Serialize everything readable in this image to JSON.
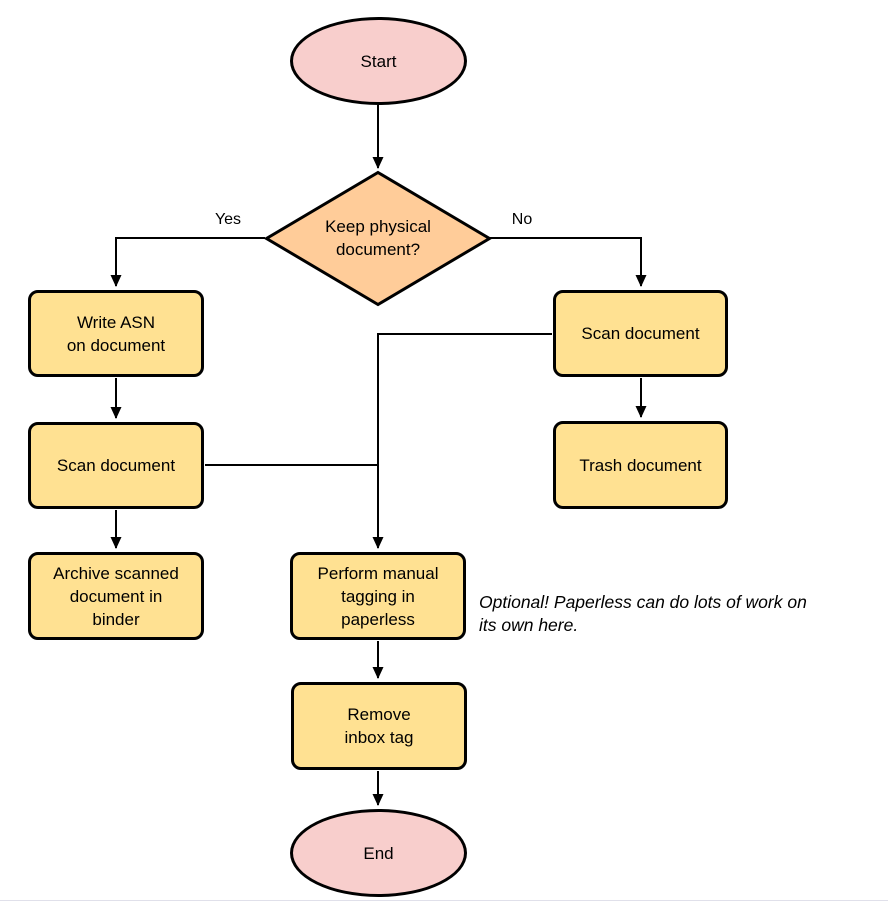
{
  "diagram": {
    "type": "flowchart",
    "nodes": {
      "start": {
        "label": "Start",
        "shape": "terminator"
      },
      "decision": {
        "label": "Keep physical\ndocument?",
        "shape": "decision"
      },
      "write_asn": {
        "label": "Write ASN\non document",
        "shape": "process"
      },
      "scan_left": {
        "label": "Scan document",
        "shape": "process"
      },
      "archive": {
        "label": "Archive scanned\ndocument in\nbinder",
        "shape": "process"
      },
      "scan_right": {
        "label": "Scan document",
        "shape": "process"
      },
      "trash": {
        "label": "Trash document",
        "shape": "process"
      },
      "tagging": {
        "label": "Perform manual\ntagging in\npaperless",
        "shape": "process"
      },
      "remove_inbox": {
        "label": "Remove\ninbox tag",
        "shape": "process"
      },
      "end": {
        "label": "End",
        "shape": "terminator"
      }
    },
    "edges": [
      {
        "from": "start",
        "to": "decision"
      },
      {
        "from": "decision",
        "to": "write_asn",
        "label": "Yes"
      },
      {
        "from": "decision",
        "to": "scan_right",
        "label": "No"
      },
      {
        "from": "write_asn",
        "to": "scan_left"
      },
      {
        "from": "scan_left",
        "to": "archive"
      },
      {
        "from": "scan_left",
        "to": "tagging"
      },
      {
        "from": "scan_right",
        "to": "tagging"
      },
      {
        "from": "scan_right",
        "to": "trash"
      },
      {
        "from": "tagging",
        "to": "remove_inbox"
      },
      {
        "from": "remove_inbox",
        "to": "end"
      }
    ],
    "note": "Optional! Paperless can do lots of work on\nits own here.",
    "colors": {
      "terminator_fill": "#F8CECC",
      "decision_fill": "#FFCC99",
      "process_fill": "#FFE192",
      "stroke": "#000000",
      "text": "#000000",
      "bottom_divider": "#E0E0EA"
    }
  }
}
